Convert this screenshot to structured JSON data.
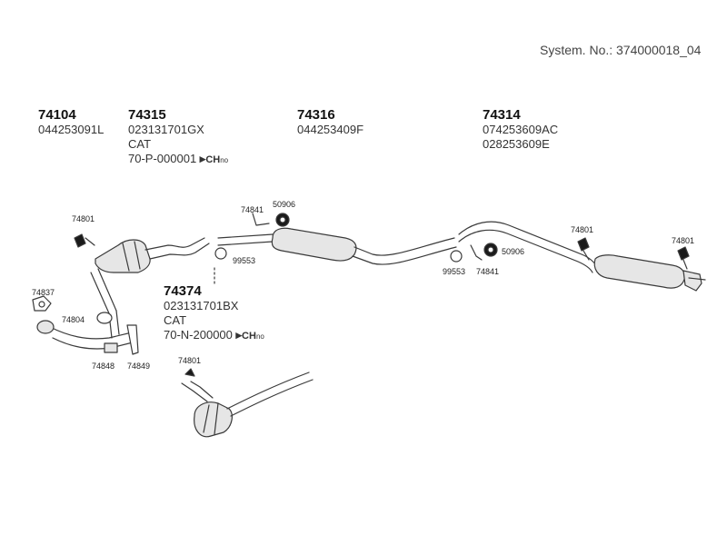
{
  "system_number": "System. No.: 374000018_04",
  "parts": {
    "p74104": {
      "number": "74104",
      "oem": [
        "044253091L"
      ]
    },
    "p74315": {
      "number": "74315",
      "oem": [
        "023131701GX",
        "CAT"
      ],
      "chassis": "70-P-000001"
    },
    "p74316": {
      "number": "74316",
      "oem": [
        "044253409F"
      ]
    },
    "p74314": {
      "number": "74314",
      "oem": [
        "074253609AC",
        "028253609E"
      ]
    },
    "p74374": {
      "number": "74374",
      "oem": [
        "023131701BX",
        "CAT"
      ],
      "chassis": "70-N-200000"
    }
  },
  "chassis_marker": {
    "symbol": "▸",
    "ch": "CH",
    "no": "no"
  },
  "callouts": {
    "c74801_a": "74801",
    "c74837": "74837",
    "c74804": "74804",
    "c74848": "74848",
    "c74849": "74849",
    "c74841_a": "74841",
    "c50906_a": "50906",
    "c99553_a": "99553",
    "c99553_b": "99553",
    "c74841_b": "74841",
    "c50906_b": "50906",
    "c74801_b": "74801",
    "c74801_c": "74801",
    "c74801_d": "74801"
  },
  "colors": {
    "line": "#3a3a3a",
    "fill": "#e6e6e6",
    "dark": "#1a1a1a"
  }
}
